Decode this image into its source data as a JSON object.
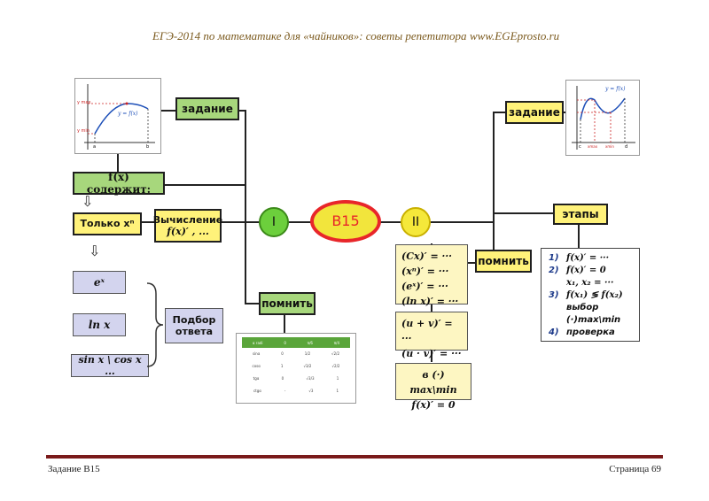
{
  "header": {
    "title": "ЕГЭ-2014 по математике для «чайников»: советы репетитора",
    "site": "www.EGEprosto.ru"
  },
  "center": {
    "main_label": "B15",
    "left_circle": "I",
    "right_circle": "II"
  },
  "left": {
    "task_label": "задание",
    "contains_label": "f(x) содержит:",
    "only_xn_label": "Только xⁿ",
    "calc_label": "Вычисление",
    "calc_formula": "f(x)′ , ...",
    "down_arrow": "⇩",
    "ex_label": "eˣ",
    "ln_label": "ln x",
    "sincos_label": "sin x \\ cos x ...",
    "selection_label": "Подбор ответа",
    "remember_label": "помнить",
    "graph_labels": {
      "yfx": "y = f(x)",
      "ymax": "y max",
      "ymin": "y min",
      "a": "a",
      "b": "b"
    }
  },
  "right": {
    "task_label": "задание",
    "stages_label": "этапы",
    "remember_label": "помнить",
    "formulas_1": [
      "(Cx)′ = ···",
      "(xⁿ)′ = ···",
      "(eˣ)′ = ···",
      "(ln x)′ = ···"
    ],
    "formulas_2": [
      "(u + v)′ = ···",
      "(u · v)′ = ···"
    ],
    "formulas_3": [
      "в (·) max\\min",
      "f(x)′ = 0"
    ],
    "steps": [
      {
        "num": "1)",
        "text": "f(x)′ = ···"
      },
      {
        "num": "2)",
        "text": "f(x)′ = 0"
      },
      {
        "num": "",
        "text": "x₁, x₂ = ···"
      },
      {
        "num": "3)",
        "text": "f(x₁) ≶ f(x₂)"
      },
      {
        "num": "",
        "text": "выбор"
      },
      {
        "num": "",
        "text": "(·)max\\min"
      },
      {
        "num": "4)",
        "text": "проверка"
      }
    ],
    "graph_labels": {
      "yfx": "y = f(x)",
      "a": "c",
      "b": "d",
      "xmax": "xmax",
      "xmin": "xmin"
    }
  },
  "table": {
    "header": [
      "α radi",
      "0",
      "π/6",
      "π/4"
    ],
    "rows": [
      [
        "sinα",
        "0",
        "1/2",
        "√2/2"
      ],
      [
        "cosα",
        "1",
        "√3/2",
        "√2/2"
      ],
      [
        "tgα",
        "0",
        "√3/3",
        "1"
      ],
      [
        "ctgα",
        "-",
        "√3",
        "1"
      ]
    ]
  },
  "footer": {
    "left": "Задание B15",
    "right": "Страница 69"
  },
  "colors": {
    "green": "#a7d77c",
    "yellow": "#fff27a",
    "red_oval": "#e8262a",
    "oval_fill": "#f2e53c",
    "rule": "#7a1a1a"
  }
}
